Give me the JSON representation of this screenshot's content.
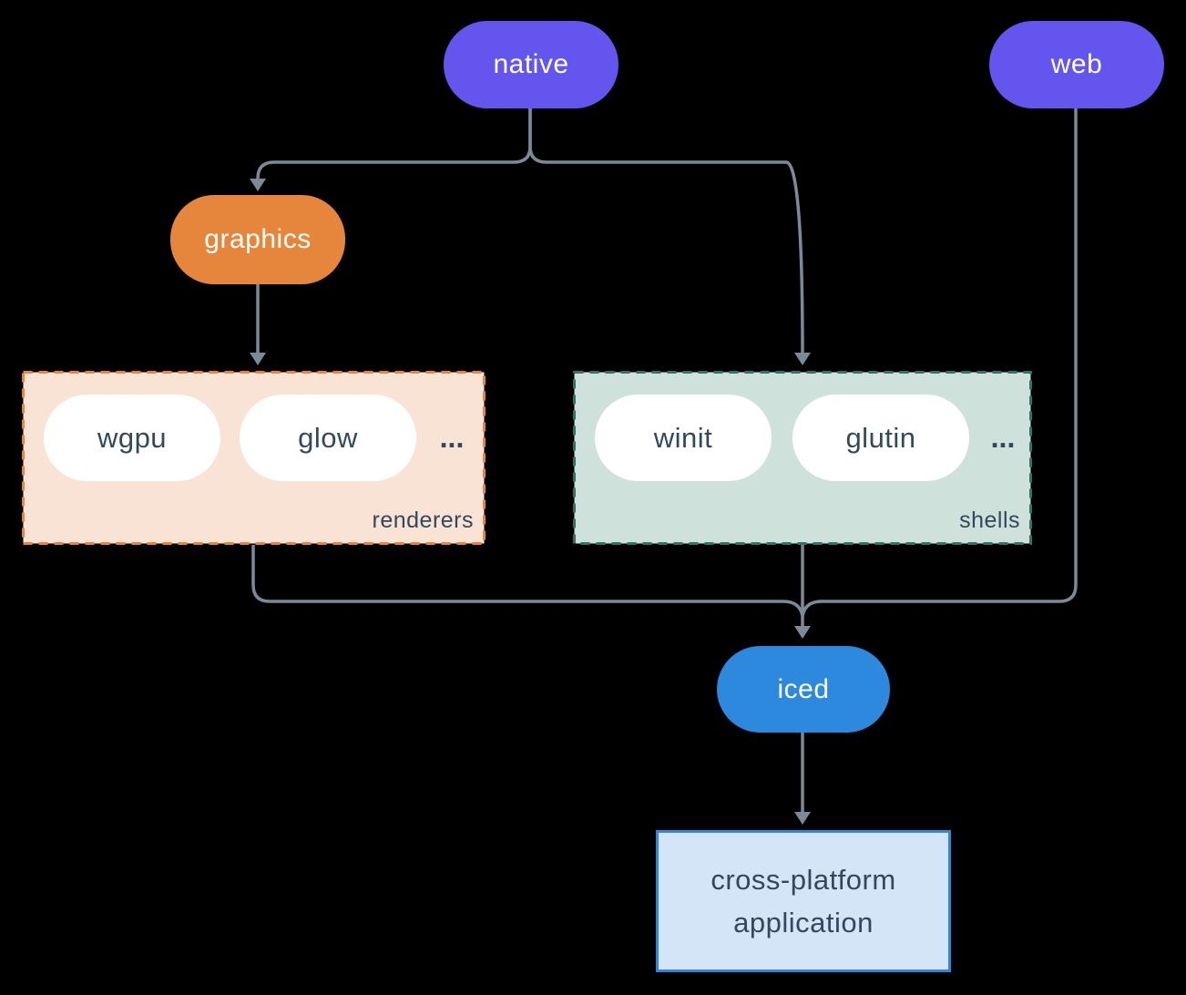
{
  "diagram": {
    "nodes": {
      "native": {
        "label": "native"
      },
      "web": {
        "label": "web"
      },
      "graphics": {
        "label": "graphics"
      },
      "iced": {
        "label": "iced"
      },
      "application": {
        "label": "cross-platform application"
      }
    },
    "groups": {
      "renderers": {
        "label": "renderers",
        "items": [
          "wgpu",
          "glow"
        ],
        "more": "..."
      },
      "shells": {
        "label": "shells",
        "items": [
          "winit",
          "glutin"
        ],
        "more": "..."
      }
    },
    "colors": {
      "background": "#000000",
      "edge": "#7b8a99",
      "native_web_pill": "#6455ee",
      "graphics_pill": "#e5863c",
      "iced_pill": "#2d89dd",
      "renderers_bg": "#f9e3d4",
      "renderers_border": "#e5863c",
      "shells_bg": "#cfe1db",
      "shells_border": "#2f7466",
      "application_bg": "#d4e5f7",
      "application_border": "#2f87dd",
      "dark_text": "#33485c",
      "light_text": "#ffffff"
    }
  }
}
